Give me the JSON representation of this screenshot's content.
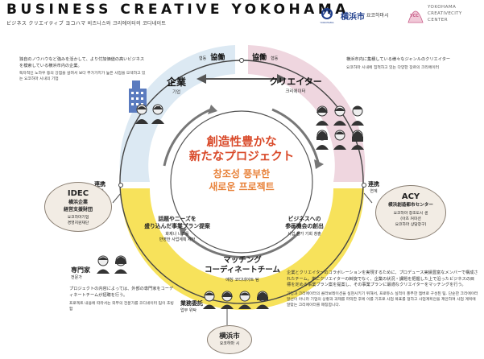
{
  "header": {
    "title": "BUSINESS CREATIVE YOKOHAMA",
    "subtitle": "ビジネス クリエイティブ ヨコハマ  비즈니스와 크리에이터의 코디네이트"
  },
  "logos": {
    "yokohama_city": "横浜市",
    "yokohama_city_kr": "요코하마시",
    "ycc_line1": "YOKOHAMA",
    "ycc_line2": "CREATIVECITY",
    "ycc_line3": "CENTER",
    "ycc_mark": "YCC"
  },
  "top": {
    "kyodo_left": "協働",
    "kyodo_left_kr": "협동",
    "kyodo_right": "協働",
    "kyodo_right_kr": "협동"
  },
  "kigyo": {
    "label": "企業",
    "label_kr": "기업",
    "desc_jp": "独自のノウハウなど強みを活かして、より付加価値の高いビジネスを模索している横浜市内の企業。",
    "desc_kr": "독자적인 노하우 등의 강점을 살려서 보다 부가가치가 높은 사업을 모색하고 있는 요코하마 시내의 기업"
  },
  "creator": {
    "label": "クリエイター",
    "label_kr": "크리에이터",
    "desc_jp": "横浜市内に集積している様々なジャンルのクリエイター",
    "desc_kr": "요코하마 시내에 집적하고 있는 다양한 장르의 크리에이터"
  },
  "center": {
    "jp_line1": "創造性豊かな",
    "jp_line2": "新たなプロジェクト",
    "kr_line1": "창조성 풍부한",
    "kr_line2": "새로운 프로젝트"
  },
  "idec": {
    "name": "IDEC",
    "line1": "横浜企業",
    "line2": "経営支援財団",
    "kr1": "요코하마기업",
    "kr2": "경영지원재단",
    "renkei": "連携",
    "renkei_kr": "연계"
  },
  "acy": {
    "name": "ACY",
    "line1": "横浜創造都市センター",
    "kr1": "요코하마 창조도시 센",
    "kr2": "(아츠 커미션",
    "kr3": "요코하마 상담창구)",
    "renkei": "連携",
    "renkei_kr": "연계"
  },
  "proposal": {
    "jp1": "話題やニーズを",
    "jp2": "盛り込んだ事業プラン提案",
    "kr1": "화제나 니즈를",
    "kr2": "반영한 사업계획 제안"
  },
  "participation": {
    "jp1": "ビジネスへの",
    "jp2": "参画機会の創出",
    "kr": "사업 참가 기회 창출"
  },
  "matching": {
    "jp1": "マッチング",
    "jp2": "コーディネートチーム",
    "kr": "매칭 코디네이트 팀"
  },
  "senmonka": {
    "label": "専門家",
    "label_kr": "전문가",
    "desc_jp": "プロジェクトの内容によっては、外部の専門家をコーディネートチームが招聘を行う。",
    "desc_kr": "프로젝트 내용에 따라서는 외부의 전문가를 코디네이터 팀이 초빙함"
  },
  "itaku": {
    "label": "業務委託",
    "label_kr": "업무 위탁"
  },
  "city_box": {
    "label": "横浜市",
    "label_kr": "요코하마 시"
  },
  "team_desc": {
    "jp": "企業とクリエイターのコラボレーションを実現するために、プロデュース実績豊富なメンバーで構成されたチーム。単にクリエイターの斡旋でなく、企業の状況・課題を把握した上で沿ったビジネスの目標を定める事業プラン案を提案し、その事業プランに最適なクリエイターをマッチングを行う。",
    "kr": "기업과 크리에이터의 콜라보레이션을 실현시키기 위해서, 프로듀스 실적이 풍부한 멤버로 구성된 팀. 단순한 크리에이터 알선이 아니라 기업의 상황과 과제를 파악한 후에 이를 기초로 사업 목표를 정하고 사업계획안을 제안하여 사업 계획에 알맞는 크리에이터를 매칭합니다."
  },
  "colors": {
    "pink": "#efd6df",
    "lightblue": "#dce9f3",
    "yellow": "#f7e25b",
    "orange_text": "#d94a2a",
    "kr_orange": "#e8823a",
    "side_box": "#f2ece4"
  }
}
